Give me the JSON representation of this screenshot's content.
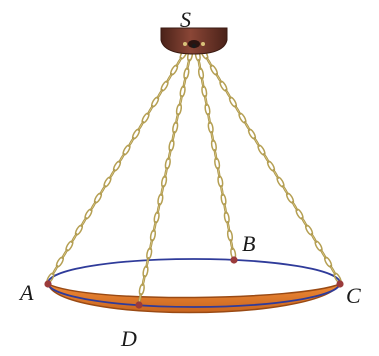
{
  "figure": {
    "labels": {
      "S": "S",
      "A": "A",
      "B": "B",
      "C": "C",
      "D": "D"
    },
    "colors": {
      "pan_top_rim": "#2f3b9a",
      "pan_bowl": "#e07a2a",
      "pan_bowl_shadow": "#9a4a14",
      "chain": "#c9b46a",
      "chain_outline": "#a8934a",
      "hook_block": "#6b3326",
      "point_marker": "#9b3b3b"
    },
    "icons": {
      "hook": "ceiling-hook-block",
      "chain": "chain",
      "pan": "scale-pan"
    }
  }
}
